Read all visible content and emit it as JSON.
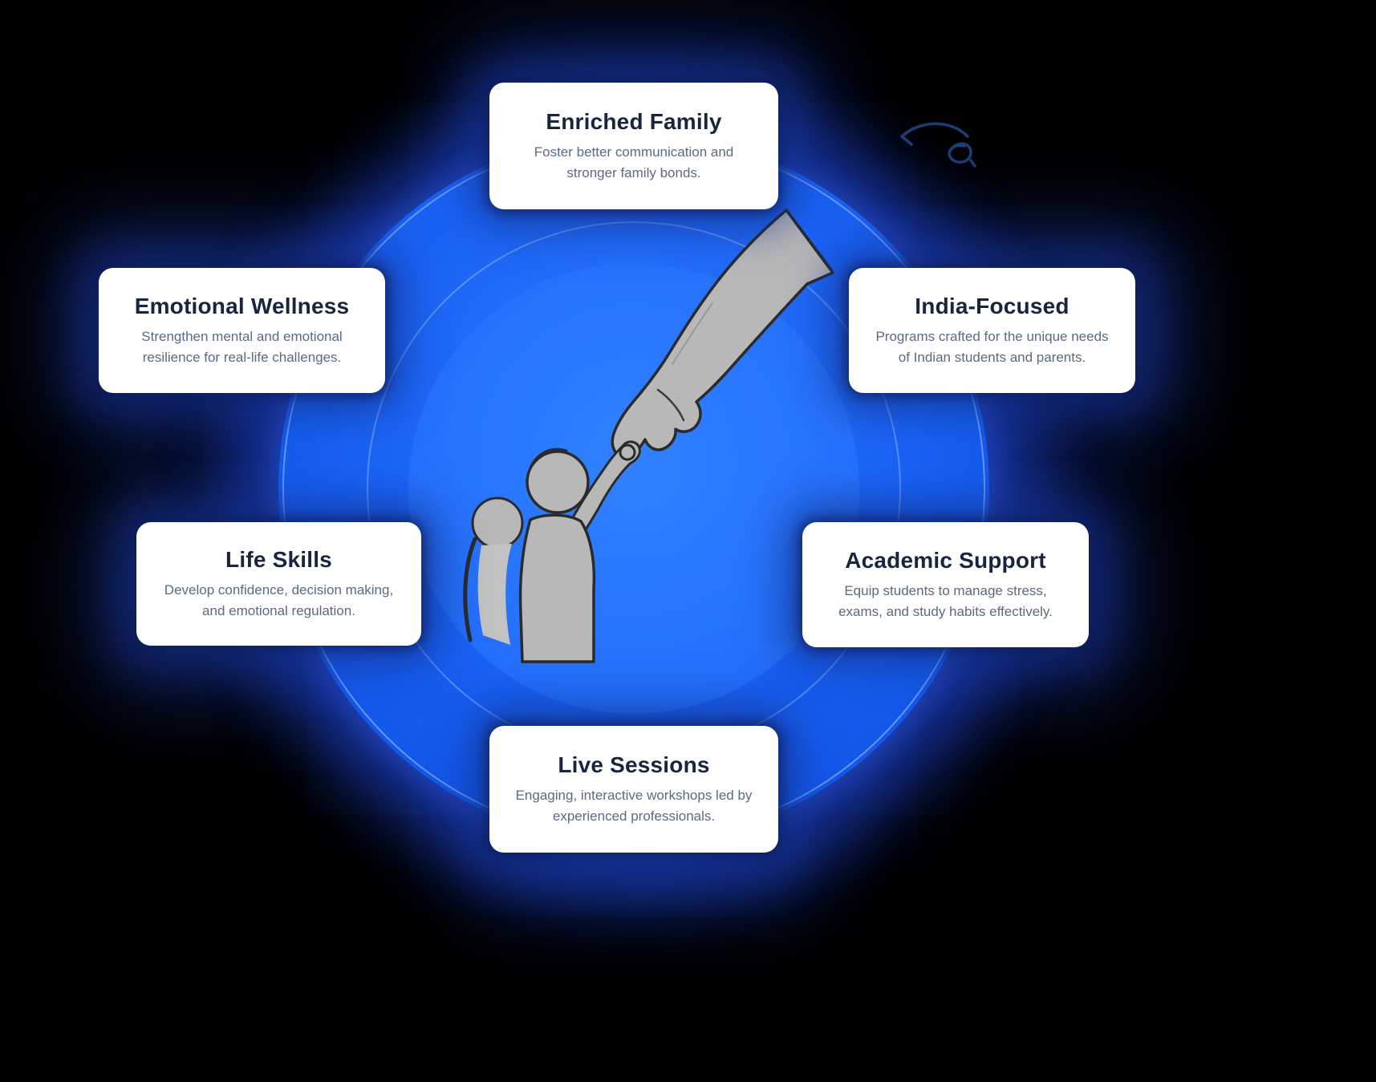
{
  "cards": [
    {
      "id": "enriched-family",
      "title": "Enriched Family",
      "description": "Foster better communication and stronger family bonds."
    },
    {
      "id": "emotional-wellness",
      "title": "Emotional Wellness",
      "description": "Strengthen mental and emotional resilience for real-life challenges."
    },
    {
      "id": "life-skills",
      "title": "Life Skills",
      "description": "Develop confidence, decision making, and emotional regulation."
    },
    {
      "id": "india-focused",
      "title": "India-Focused",
      "description": "Programs crafted for the unique needs of Indian students and parents."
    },
    {
      "id": "academic-support",
      "title": "Academic Support",
      "description": "Equip students to manage stress, exams, and study habits effectively."
    },
    {
      "id": "live-sessions",
      "title": "Live Sessions",
      "description": "Engaging, interactive workshops led by experienced professionals."
    }
  ],
  "icons": {
    "center_illustration": "parent-hand-reaching-child-illustration",
    "doodle": "curved-arrow-doodle-icon"
  },
  "colors": {
    "background": "#000000",
    "circle_blue": "#1a63f6",
    "circle_highlight": "#2e7bff",
    "ring": "#d6e4ff",
    "card_background": "#ffffff",
    "card_title": "#17263e",
    "card_body": "#5b6a82",
    "glow": "#18349e",
    "doodle_stroke": "#1c3e74",
    "illustration_fill": "#b8b8b8",
    "illustration_outline": "#2b2b2b"
  }
}
